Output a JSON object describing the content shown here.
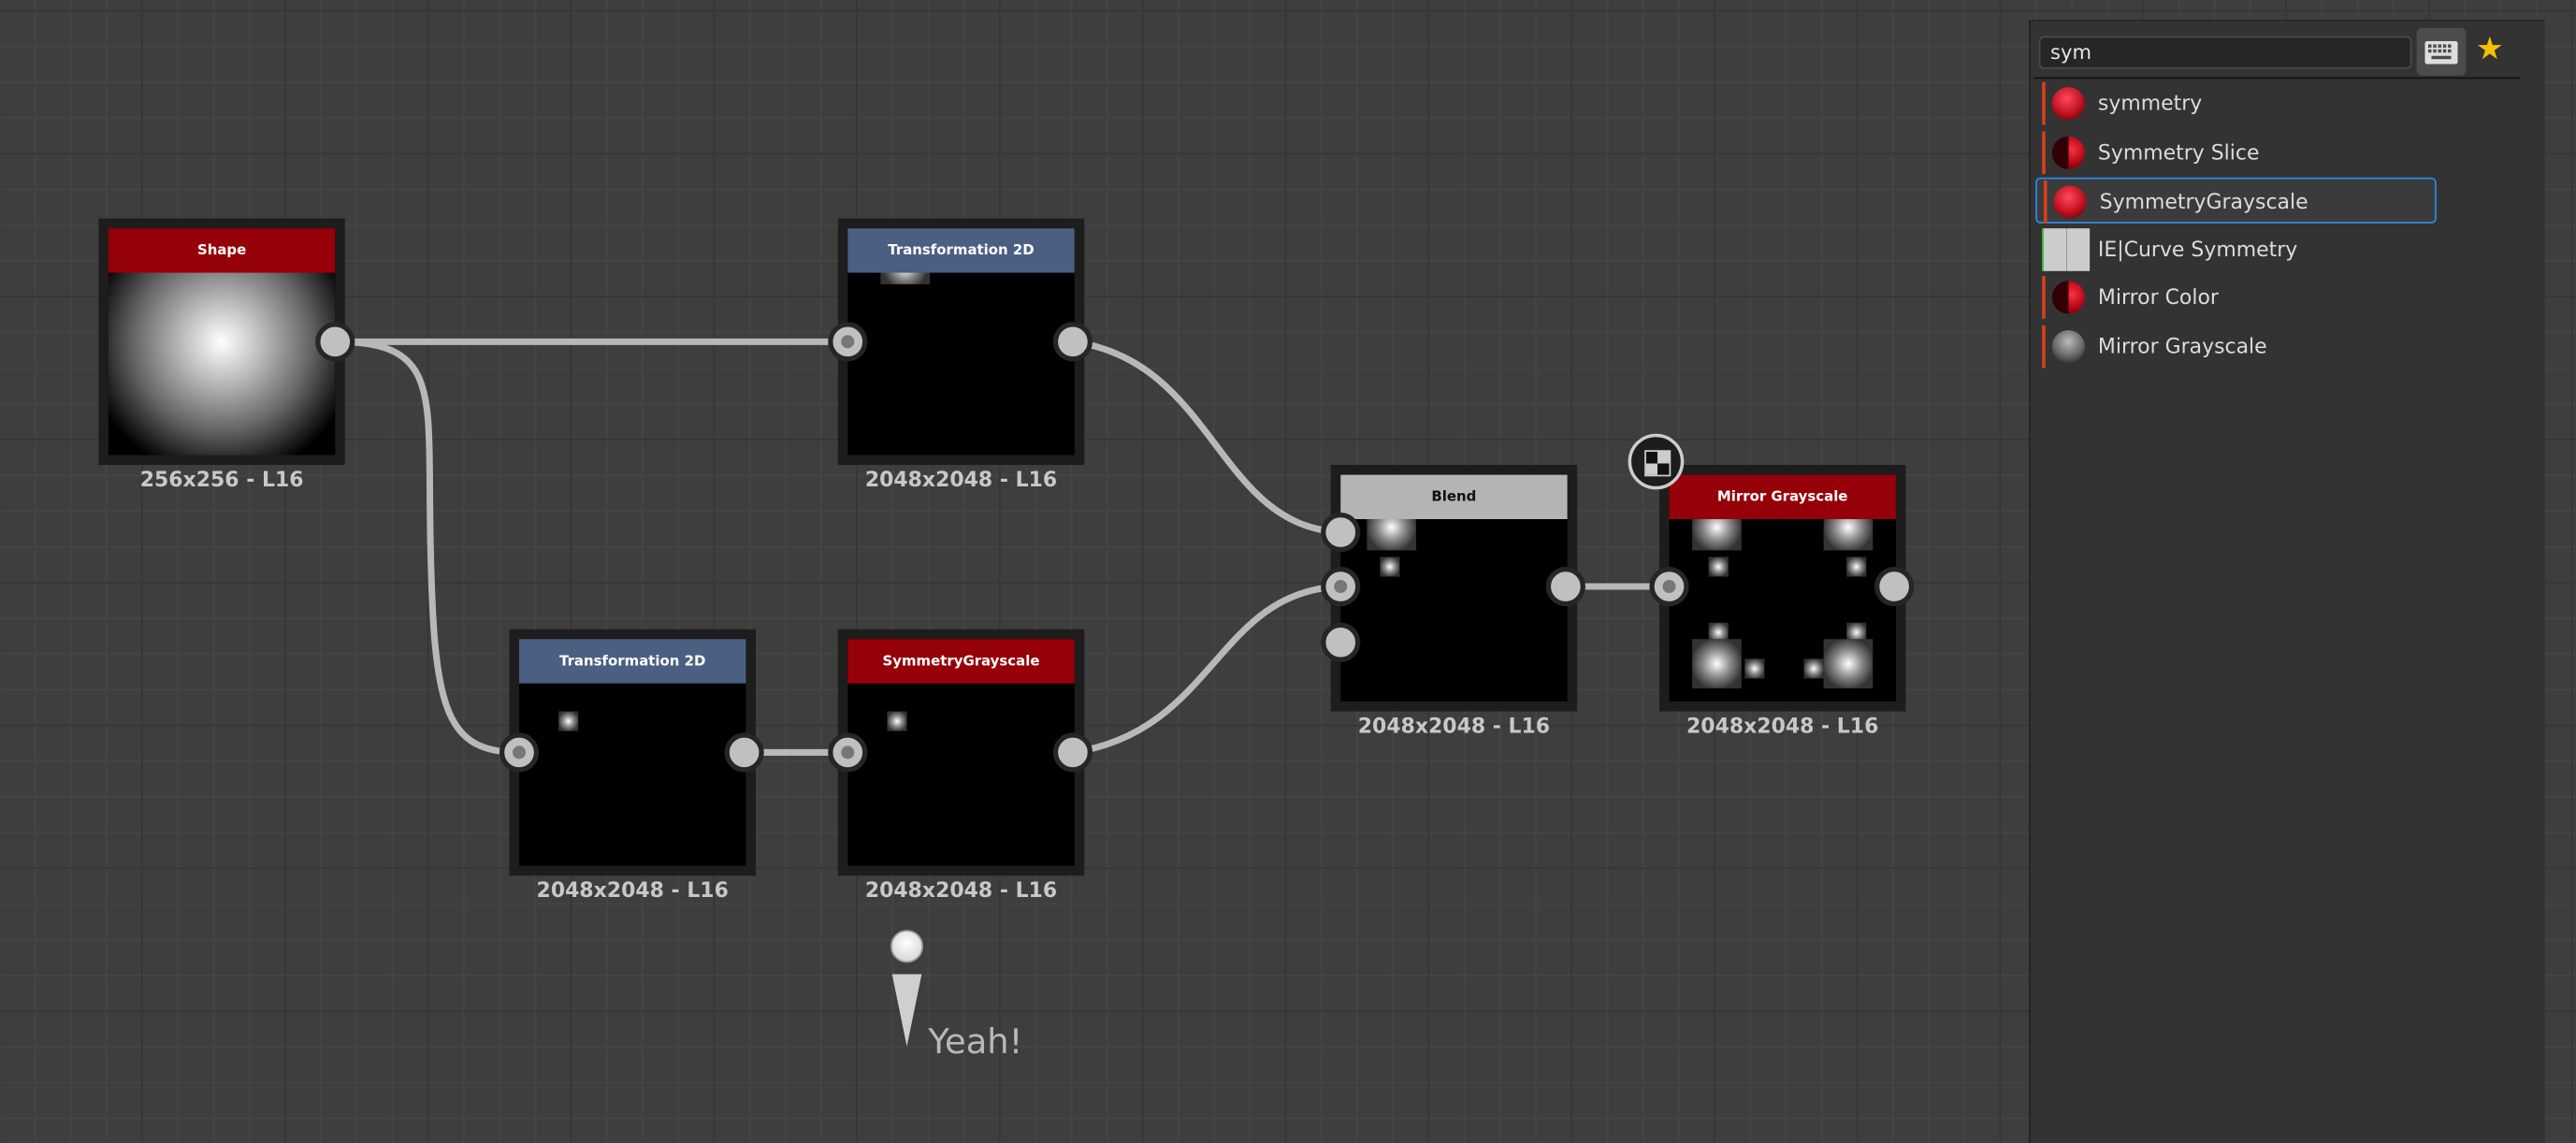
{
  "graph": {
    "nodes": [
      {
        "id": "shape",
        "title": "Shape",
        "label": "256x256 - L16",
        "header_color": "#960008"
      },
      {
        "id": "transform-top",
        "title": "Transformation 2D",
        "label": "2048x2048 - L16",
        "header_color": "#4a5f82"
      },
      {
        "id": "transform-bottom",
        "title": "Transformation 2D",
        "label": "2048x2048 - L16",
        "header_color": "#4a5f82"
      },
      {
        "id": "symmetry-grayscale",
        "title": "SymmetryGrayscale",
        "label": "2048x2048 - L16",
        "header_color": "#960008"
      },
      {
        "id": "blend",
        "title": "Blend",
        "label": "2048x2048 - L16",
        "header_color": "#b4b4b4"
      },
      {
        "id": "mirror-grayscale",
        "title": "Mirror Grayscale",
        "label": "2048x2048 - L16",
        "header_color": "#960008"
      }
    ],
    "comment": "Yeah!"
  },
  "library": {
    "search_value": "sym",
    "items": [
      {
        "label": "symmetry",
        "icon": "red-sphere-icon",
        "bar_color": "#d9401a"
      },
      {
        "label": "Symmetry Slice",
        "icon": "red-half-sphere-icon",
        "bar_color": "#d9401a"
      },
      {
        "label": "SymmetryGrayscale",
        "icon": "red-sphere-icon",
        "bar_color": "#d9401a",
        "selected": true
      },
      {
        "label": "IE|Curve Symmetry",
        "icon": "curve-icon",
        "bar_color": "#3cc83c"
      },
      {
        "label": "Mirror Color",
        "icon": "red-half-sphere-icon",
        "bar_color": "#d9401a"
      },
      {
        "label": "Mirror Grayscale",
        "icon": "gray-sphere-icon",
        "bar_color": "#d9401a"
      }
    ],
    "accent": "#2a8ae6"
  }
}
